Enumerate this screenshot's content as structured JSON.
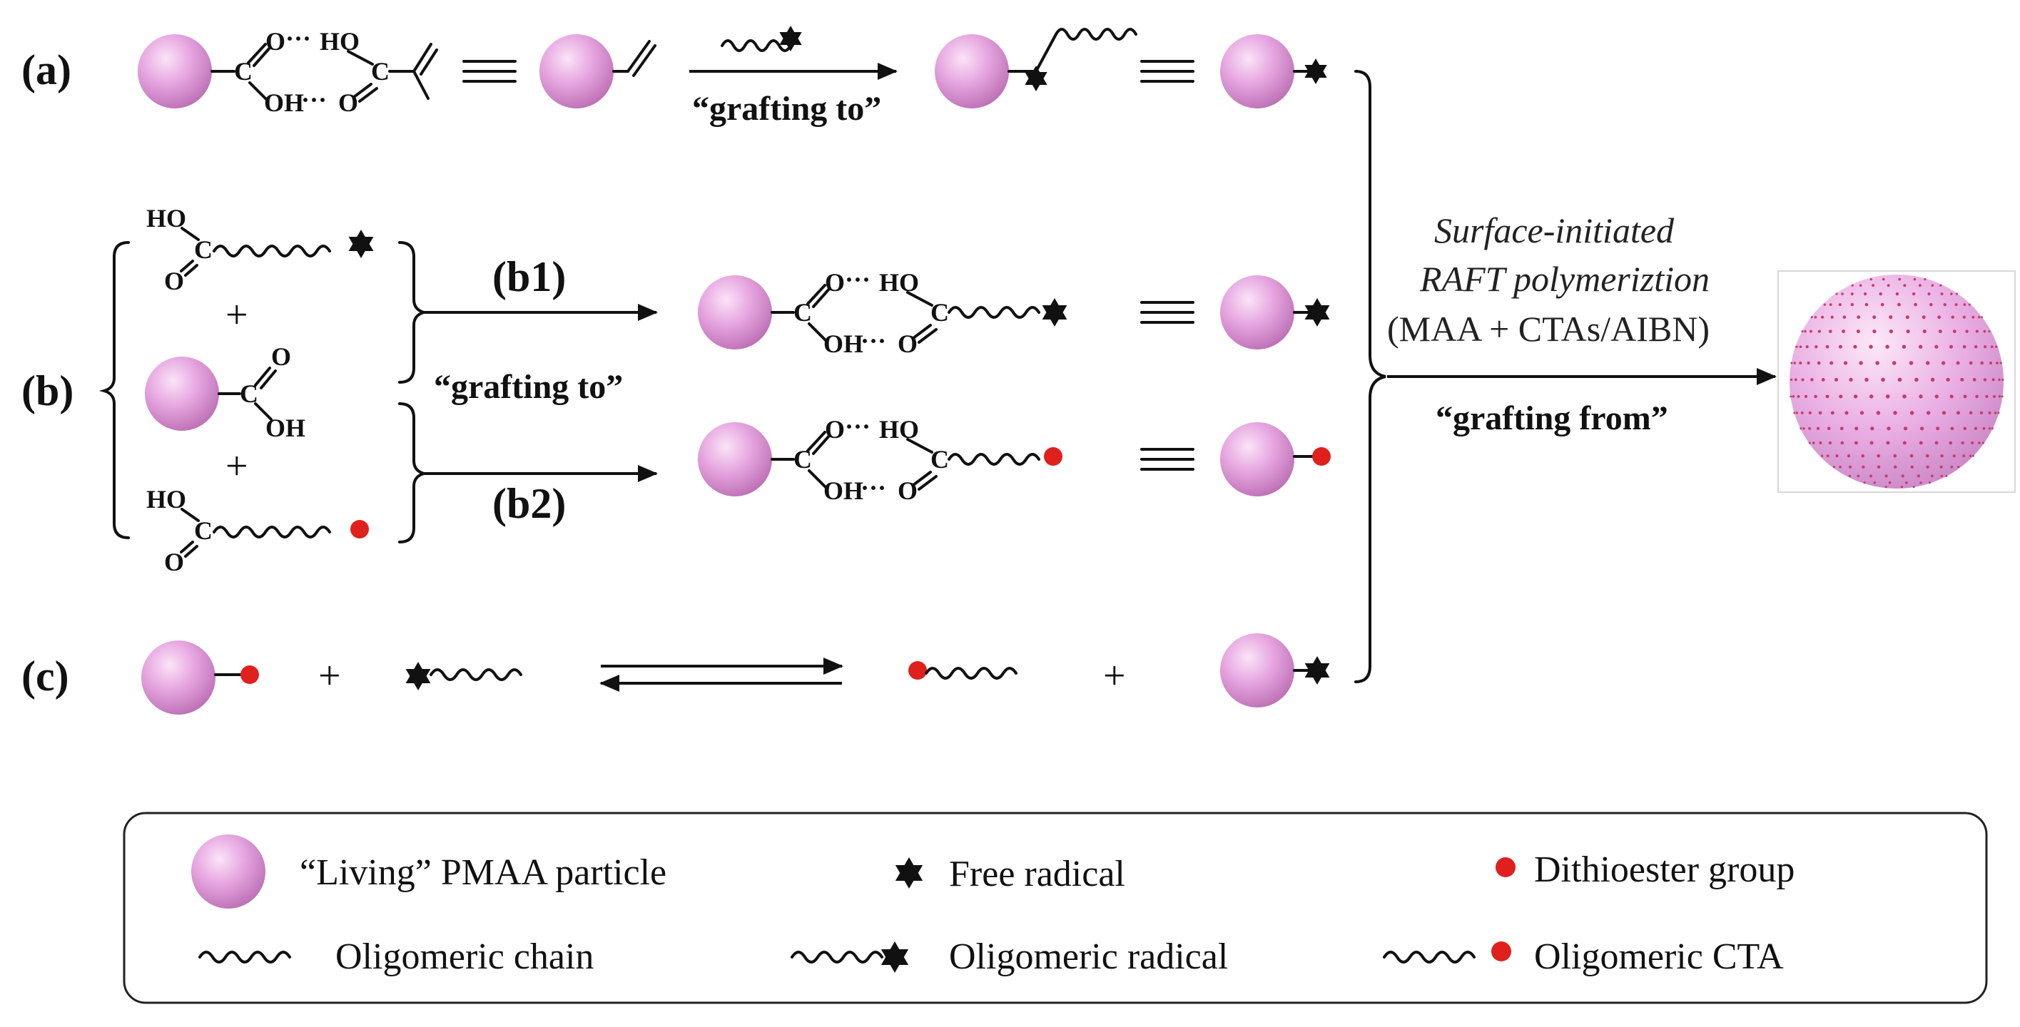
{
  "labels": {
    "a": "(a)",
    "b": "(b)",
    "c": "(c)",
    "b1": "(b1)",
    "b2": "(b2)"
  },
  "chem": {
    "O": "O",
    "OH": "OH",
    "HO": "HO",
    "C": "C"
  },
  "plus": "+",
  "captions": {
    "grafting_to_a": "“grafting to”",
    "grafting_to_b": "“grafting to”",
    "grafting_from": "“grafting from”"
  },
  "conditions": {
    "line1": "Surface-initiated",
    "line2": "RAFT polymeriztion",
    "line3": "(MAA + CTAs/AIBN)"
  },
  "legend": {
    "particle": "“Living” PMAA particle",
    "free_radical": "Free radical",
    "dithioester": "Dithioester group",
    "oligomeric_chain": "Oligomeric chain",
    "oligomeric_radical": "Oligomeric radical",
    "oligomeric_cta": "Oligomeric CTA"
  },
  "colors": {
    "particle": "#d98fd2",
    "dithioester": "#e0201c",
    "radical": "#111111",
    "product_dots": "#c83a6a"
  }
}
